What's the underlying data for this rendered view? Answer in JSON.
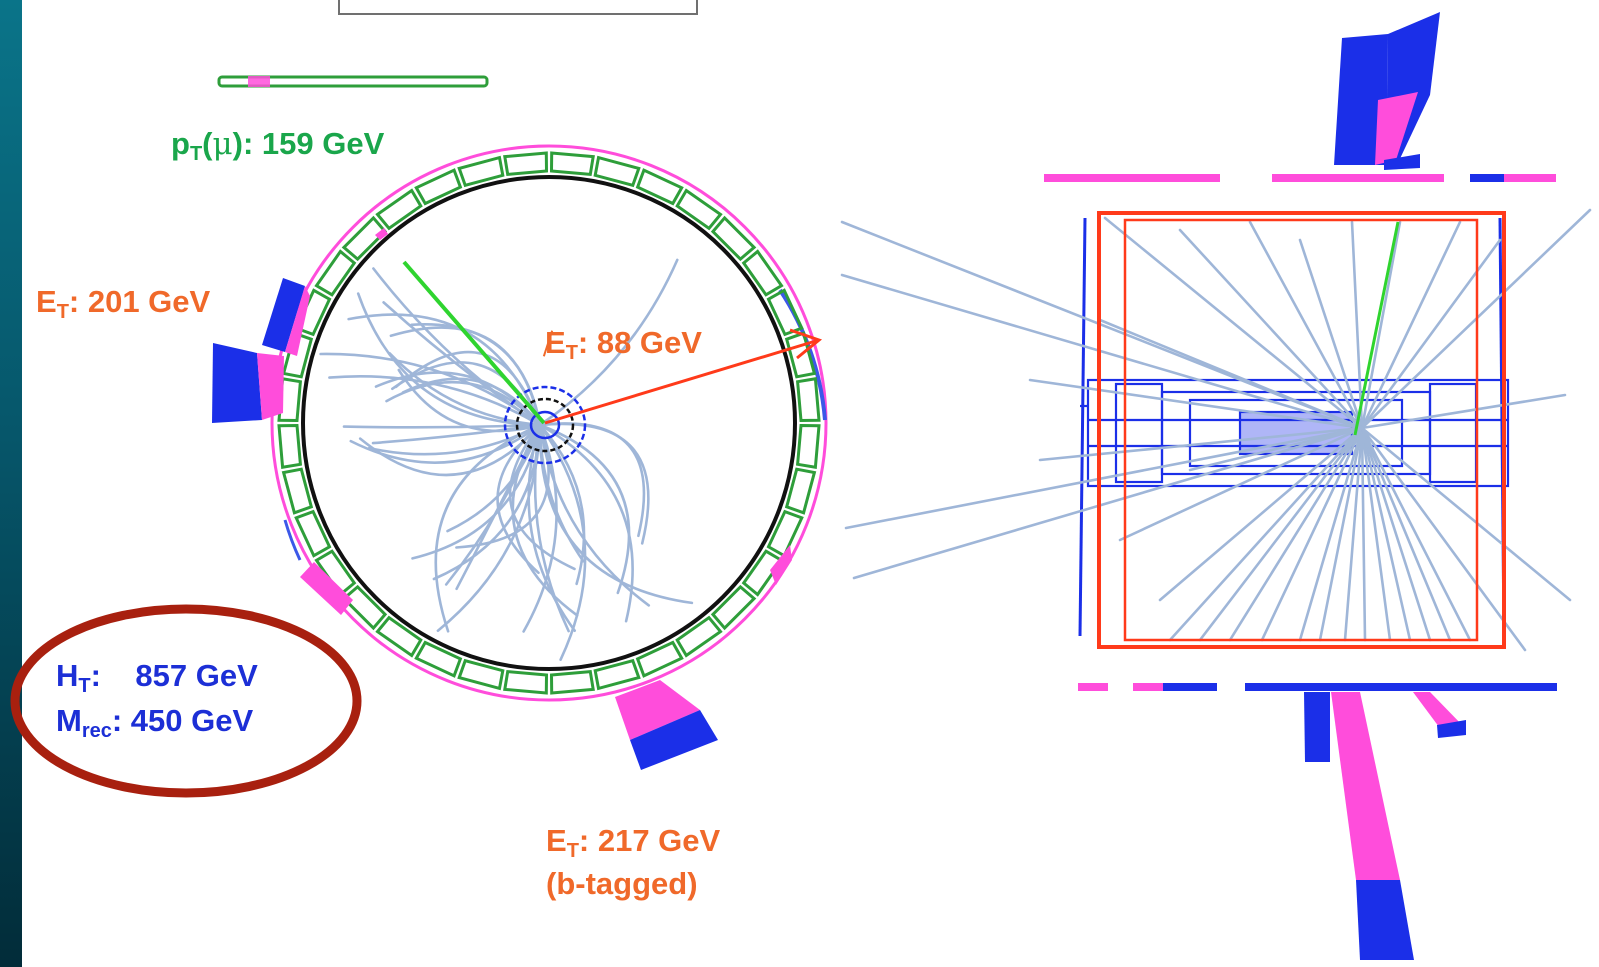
{
  "labels": {
    "muon_pt": {
      "prefix": "p",
      "sub": "T",
      "paren_open": "(",
      "symbol": "μ",
      "paren_close": ")",
      "value": ": 159 GeV"
    },
    "jet1": {
      "prefix": "E",
      "sub": "T",
      "value": ":  201 GeV"
    },
    "met": {
      "prefix": "E",
      "sub": "T",
      "value": ":  88 GeV"
    },
    "ht": {
      "prefix": "H",
      "sub": "T",
      "value": ":    857 GeV"
    },
    "mrec": {
      "prefix": "M",
      "sub": "rec",
      "value": ": 450 GeV"
    },
    "jet2": {
      "prefix": "E",
      "sub": "T",
      "value": ":  217 GeV",
      "note": "(b-tagged)"
    }
  },
  "colors": {
    "track": "#9fb6d8",
    "muon_chamber": "#2e9e3a",
    "muon_track": "#2fd42f",
    "em_deposit": "#ff4ddb",
    "had_deposit": "#1b2fe8",
    "met_arrow": "#ff3a1a",
    "label_green": "#1aa64b",
    "label_orange": "#f0692a",
    "label_blue": "#1c2fd6",
    "highlight_ellipse": "#a8200f",
    "sidebar": "#06566a"
  },
  "icons": {
    "transverse_view": "end-view-detector",
    "side_view": "rz-view-detector"
  }
}
